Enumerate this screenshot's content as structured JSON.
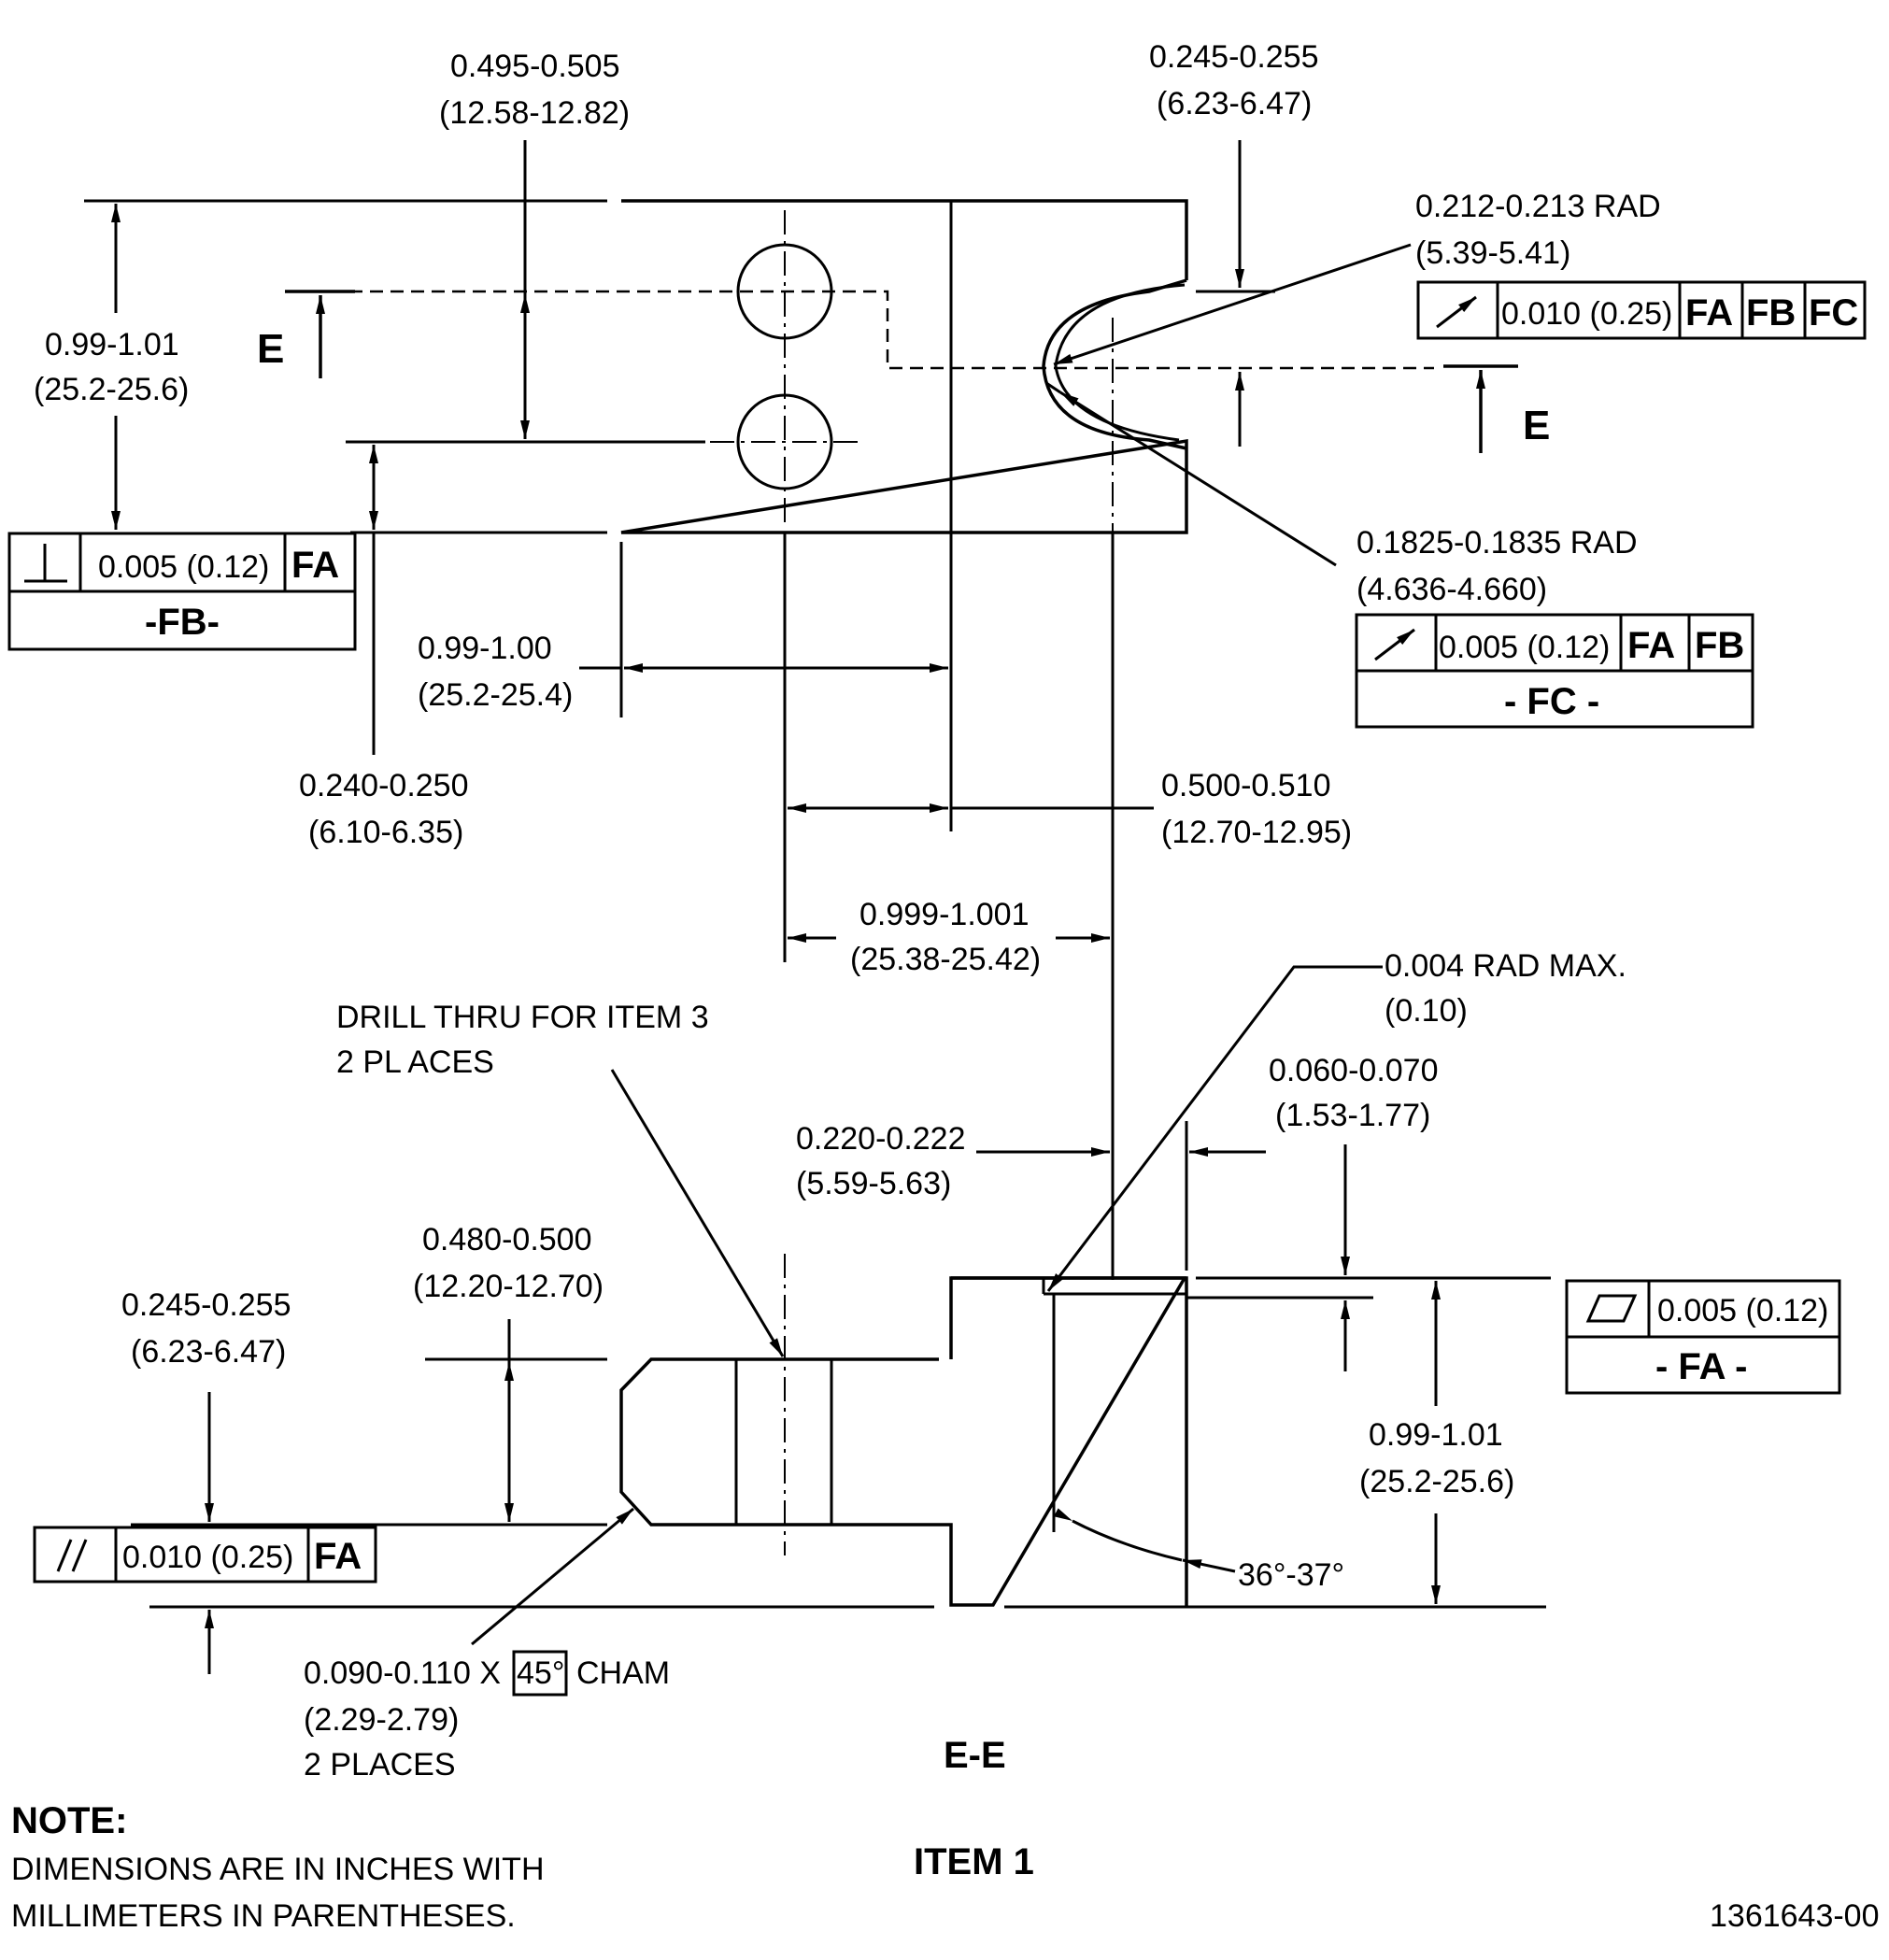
{
  "top_view": {
    "dim_hole_spacing": "0.495-0.505",
    "dim_hole_spacing_mm": "(12.58-12.82)",
    "dim_slot_width": "0.245-0.255",
    "dim_slot_width_mm": "(6.23-6.47)",
    "dim_outer_rad": "0.212-0.213 RAD",
    "dim_outer_rad_mm": "(5.39-5.41)",
    "dim_height": "0.99-1.01",
    "dim_height_mm": "(25.2-25.6)",
    "section_mark": "E",
    "dim_inner_rad": "0.1825-0.1835 RAD",
    "dim_inner_rad_mm": "(4.636-4.660)",
    "dim_left_width": "0.99-1.00",
    "dim_left_width_mm": "(25.2-25.4)",
    "dim_hole_offset": "0.240-0.250",
    "dim_hole_offset_mm": "(6.10-6.35)",
    "dim_slot_center": "0.500-0.510",
    "dim_slot_center_mm": "(12.70-12.95)",
    "dim_overall": "0.999-1.001",
    "dim_overall_mm": "(25.38-25.42)"
  },
  "frames": {
    "perp": {
      "tol": "0.005 (0.12)",
      "ref": "FA",
      "datum": "-FB-"
    },
    "runout_top": {
      "tol": "0.010 (0.25)",
      "refs": [
        "FA",
        "FB",
        "FC"
      ]
    },
    "runout_fc": {
      "tol": "0.005 (0.12)",
      "refs": [
        "FA",
        "FB"
      ],
      "datum": "- FC -"
    },
    "flat": {
      "tol": "0.005 (0.12)",
      "datum": "- FA -"
    },
    "parallel": {
      "tol": "0.010 (0.25)",
      "ref": "FA"
    }
  },
  "section_view": {
    "note_drill_1": "DRILL THRU FOR ITEM 3",
    "note_drill_2": "2 PL ACES",
    "dim_rad_max": "0.004 RAD MAX.",
    "dim_rad_max_mm": "(0.10)",
    "dim_lip": "0.060-0.070",
    "dim_lip_mm": "(1.53-1.77)",
    "dim_wall": "0.220-0.222",
    "dim_wall_mm": "(5.59-5.63)",
    "dim_thin": "0.480-0.500",
    "dim_thin_mm": "(12.20-12.70)",
    "dim_base": "0.245-0.255",
    "dim_base_mm": "(6.23-6.47)",
    "dim_height": "0.99-1.01",
    "dim_height_mm": "(25.2-25.6)",
    "dim_angle": "36°-37°",
    "cham_pre": "0.090-0.110 X",
    "cham_box": "45°",
    "cham_post": "CHAM",
    "cham_mm": "(2.29-2.79)",
    "cham_places": "2 PLACES",
    "section_title": "E-E",
    "item_title": "ITEM 1"
  },
  "note": {
    "heading": "NOTE:",
    "line1": "DIMENSIONS ARE IN INCHES WITH",
    "line2": "MILLIMETERS IN PARENTHESES."
  },
  "drawing_number": "1361643-00"
}
